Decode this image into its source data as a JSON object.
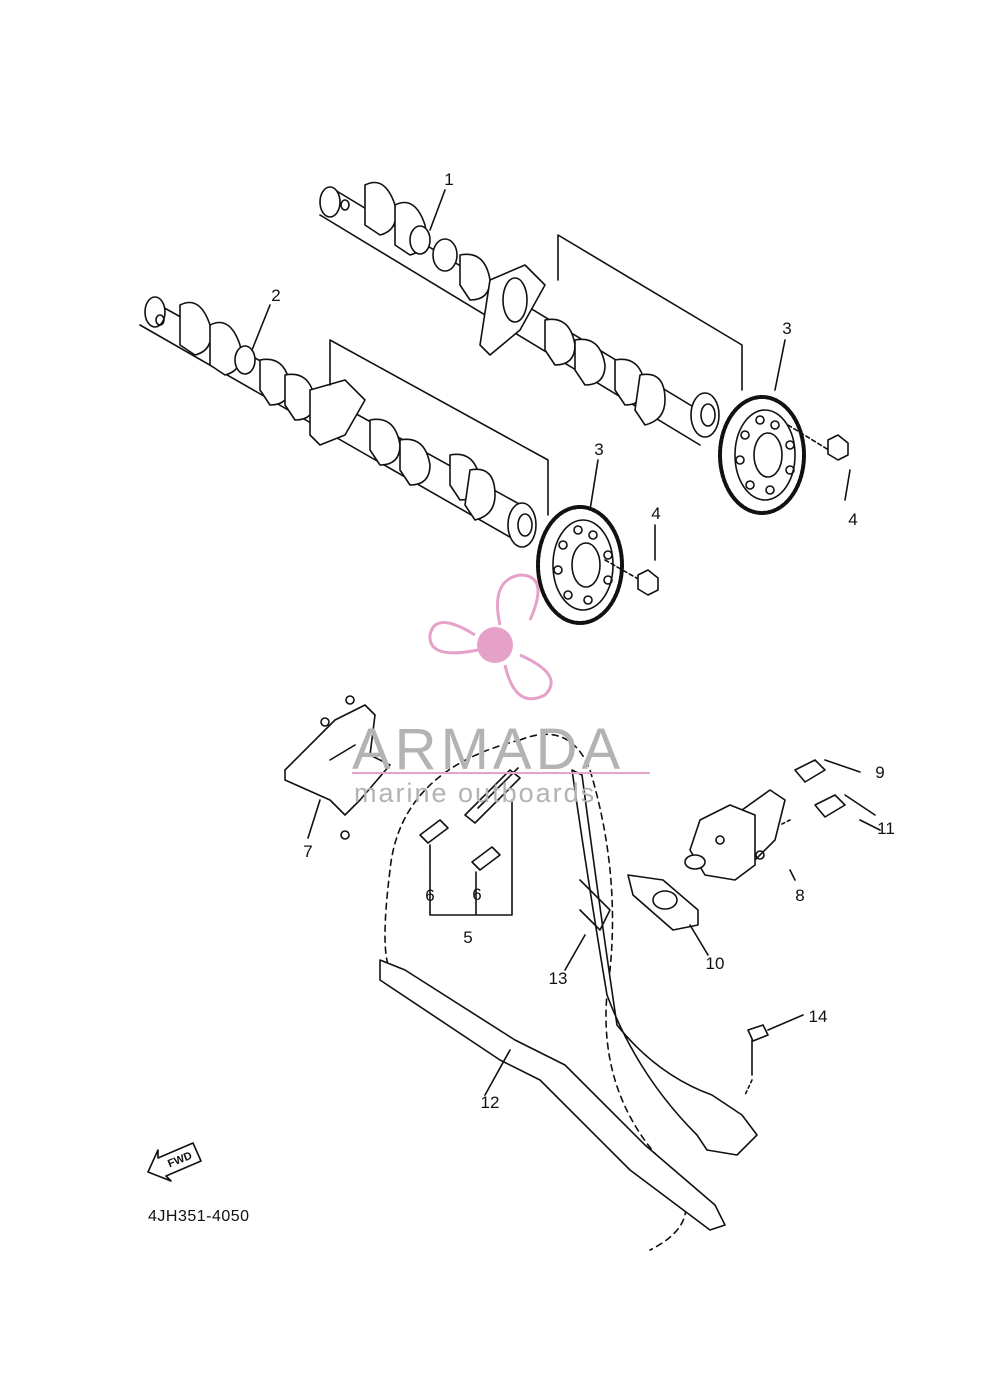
{
  "callouts": [
    "1",
    "2",
    "3",
    "3",
    "4",
    "4",
    "5",
    "6",
    "6",
    "7",
    "8",
    "9",
    "10",
    "11",
    "12",
    "13",
    "14"
  ],
  "diagram_code": "4JH351-4050",
  "fwd_label": "FWD",
  "watermark": {
    "title": "ARMADA",
    "subtitle": "marine outboards",
    "logo_icon": "propeller-icon",
    "logo_color": "#e6a1c9"
  },
  "line_color": "#111111"
}
